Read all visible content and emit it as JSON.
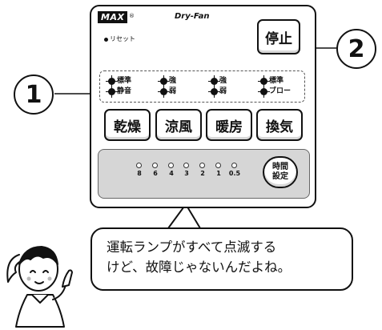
{
  "panel": {
    "logo": "MAX",
    "logo_mark": "®",
    "model": "Dry-Fan",
    "reset_label": "リセット",
    "stop_label": "停止",
    "indicators": [
      {
        "top": "標準",
        "bottom": "静音"
      },
      {
        "top": "強",
        "bottom": "弱"
      },
      {
        "top": "強",
        "bottom": "弱"
      },
      {
        "top": "標準",
        "bottom": "ブロー"
      }
    ],
    "mode_buttons": [
      "乾燥",
      "涼風",
      "暖房",
      "換気"
    ],
    "timer_labels": [
      "8",
      "6",
      "4",
      "3",
      "2",
      "1",
      "0.5"
    ],
    "timer_button": {
      "line1": "時間",
      "line2": "設定"
    }
  },
  "callouts": {
    "one": "1",
    "two": "2"
  },
  "speech": {
    "line1": "運転ランプがすべて点滅する",
    "line2": "けど、故障じゃないんだよね。"
  },
  "colors": {
    "ink": "#111111",
    "timer_area": "#d6d6d6"
  }
}
